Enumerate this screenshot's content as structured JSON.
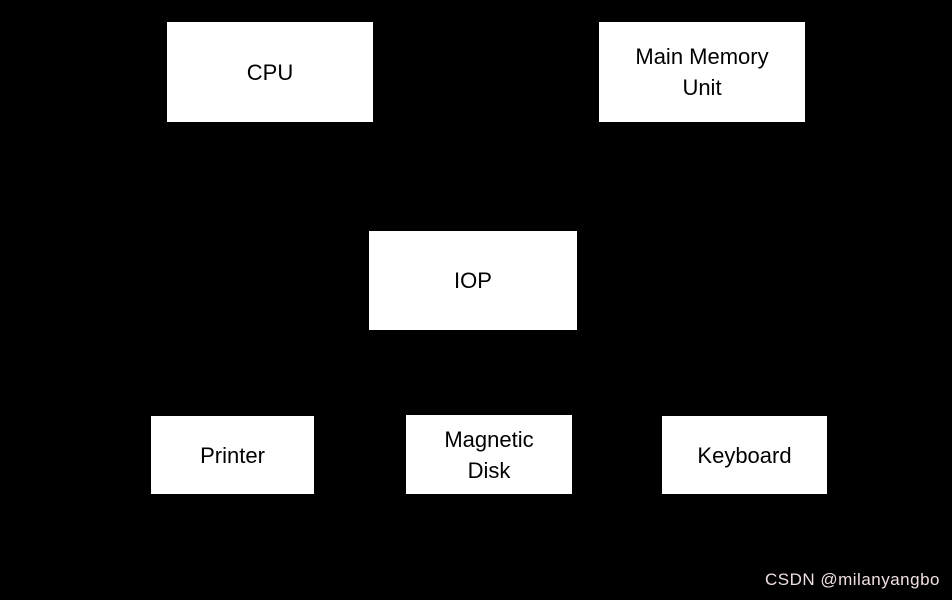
{
  "diagram": {
    "background_color": "#000000",
    "node_fill_color": "#ffffff",
    "node_text_color": "#000000",
    "nodes": {
      "cpu": {
        "label": "CPU"
      },
      "main_memory_unit": {
        "label": "Main Memory\nUnit"
      },
      "iop": {
        "label": "IOP"
      },
      "printer": {
        "label": "Printer"
      },
      "magnetic_disk": {
        "label": "Magnetic\nDisk"
      },
      "keyboard": {
        "label": "Keyboard"
      }
    }
  },
  "watermark": {
    "text": "CSDN @milanyangbo",
    "color": "#f0dfe1"
  }
}
